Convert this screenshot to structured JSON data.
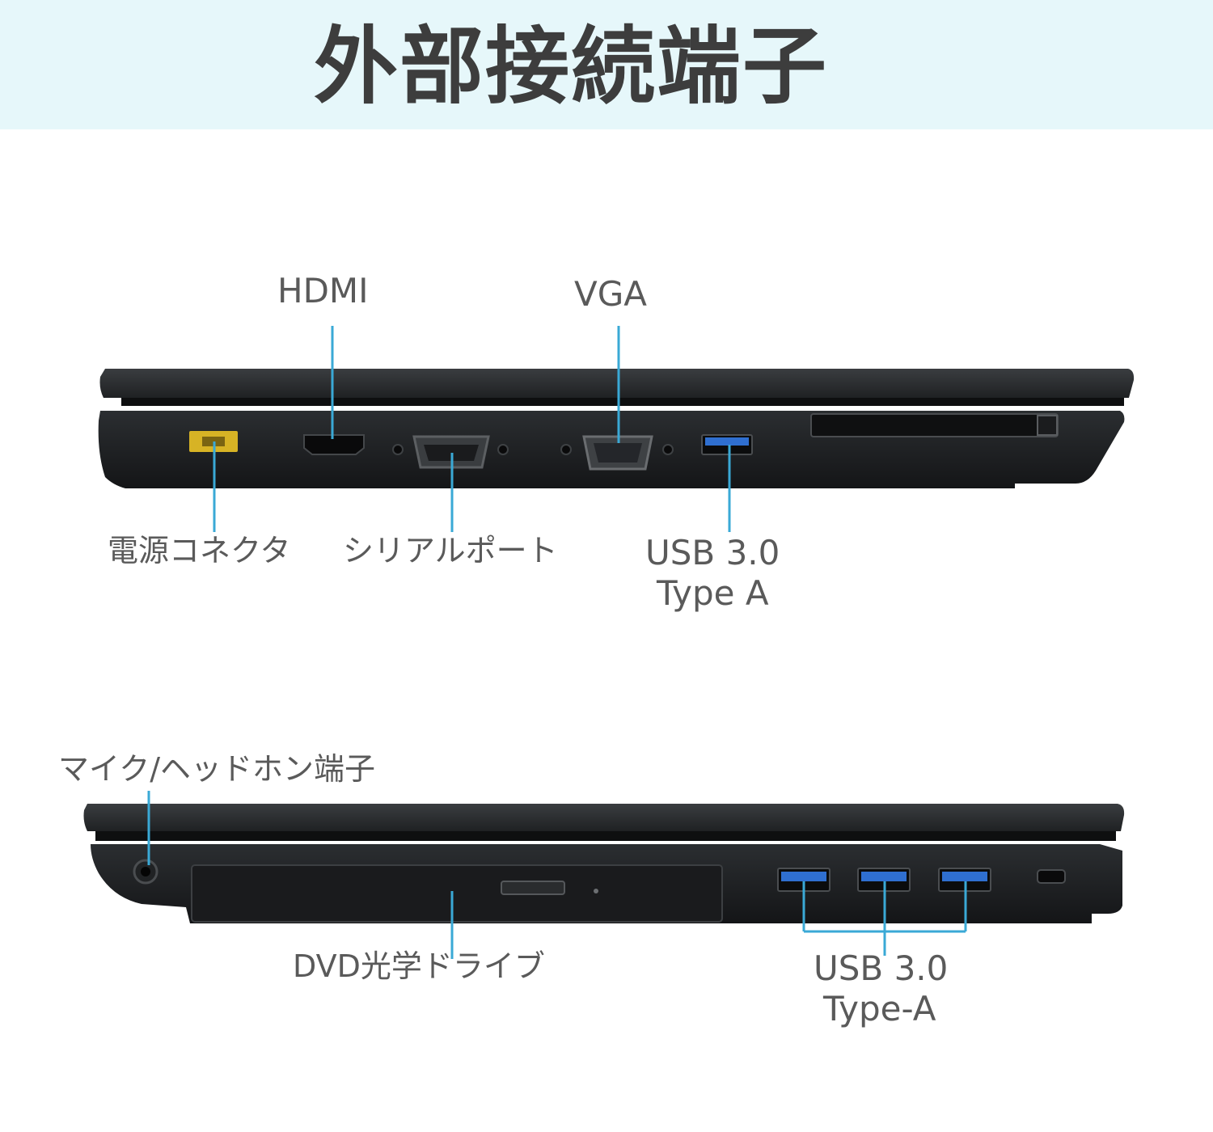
{
  "header": {
    "title": "外部接続端子"
  },
  "top_view": {
    "labels": {
      "hdmi": "HDMI",
      "vga": "VGA",
      "power": "電源コネクタ",
      "serial": "シリアルポート",
      "usb_line1": "USB 3.0",
      "usb_line2": "Type A"
    }
  },
  "bottom_view": {
    "labels": {
      "audio": "マイク/ヘッドホン端子",
      "dvd": "DVD光学ドライブ",
      "usb_line1": "USB 3.0",
      "usb_line2": "Type-A"
    }
  },
  "colors": {
    "header_bg": "#e6f7fa",
    "callout_line": "#3aa9d6",
    "laptop_body": "#1c1e20",
    "usb_port": "#2f6fd0",
    "power_port": "#d7b325"
  }
}
